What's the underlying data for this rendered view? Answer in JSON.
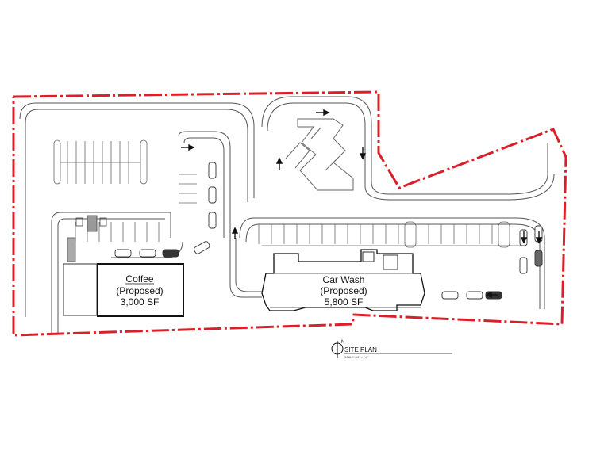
{
  "coffee": {
    "name": "Coffee",
    "status": "(Proposed)",
    "area": "3,000 SF"
  },
  "car_wash": {
    "name": "Car Wash",
    "status": "(Proposed)",
    "area": "5,800 SF"
  },
  "site_plan": {
    "title": "SITE PLAN",
    "scale": "SCALE: 3/4\" = 1'-0\"",
    "north": "N"
  },
  "colors": {
    "property_line": "#d9202a",
    "linework": "#555555",
    "building": "#111111"
  }
}
